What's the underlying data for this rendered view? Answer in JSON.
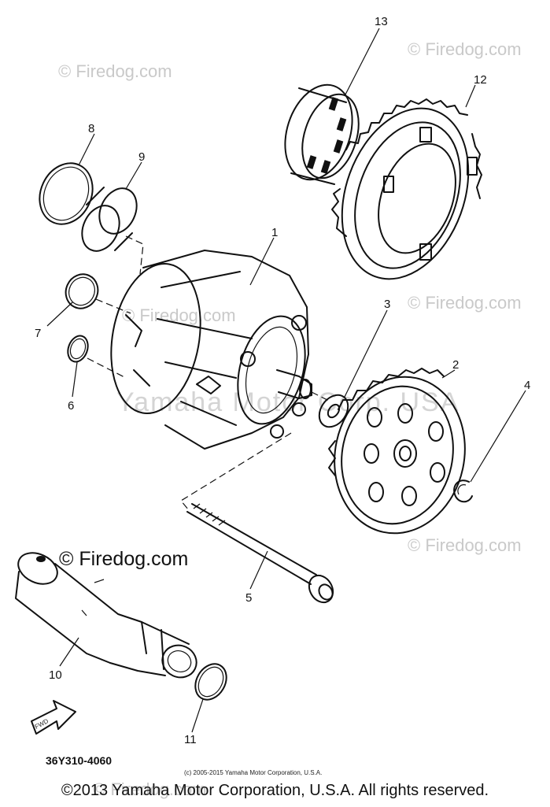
{
  "watermark": {
    "site_short": "Firedog.com",
    "site_full": "© Firedog.com",
    "center_text": "Yamaha Motor Corp. USA"
  },
  "parts": [
    {
      "number": "1"
    },
    {
      "number": "2"
    },
    {
      "number": "3"
    },
    {
      "number": "4"
    },
    {
      "number": "5"
    },
    {
      "number": "6"
    },
    {
      "number": "7"
    },
    {
      "number": "8"
    },
    {
      "number": "9"
    },
    {
      "number": "10"
    },
    {
      "number": "11"
    },
    {
      "number": "12"
    },
    {
      "number": "13"
    }
  ],
  "fwd_label": "FWD",
  "diagram_code": "36Y310-4060",
  "small_copyright": "(c) 2005-2015 Yamaha Motor Corporation, U.S.A.",
  "footer_copyright": "©2013 Yamaha Motor Corporation, U.S.A. All rights reserved."
}
